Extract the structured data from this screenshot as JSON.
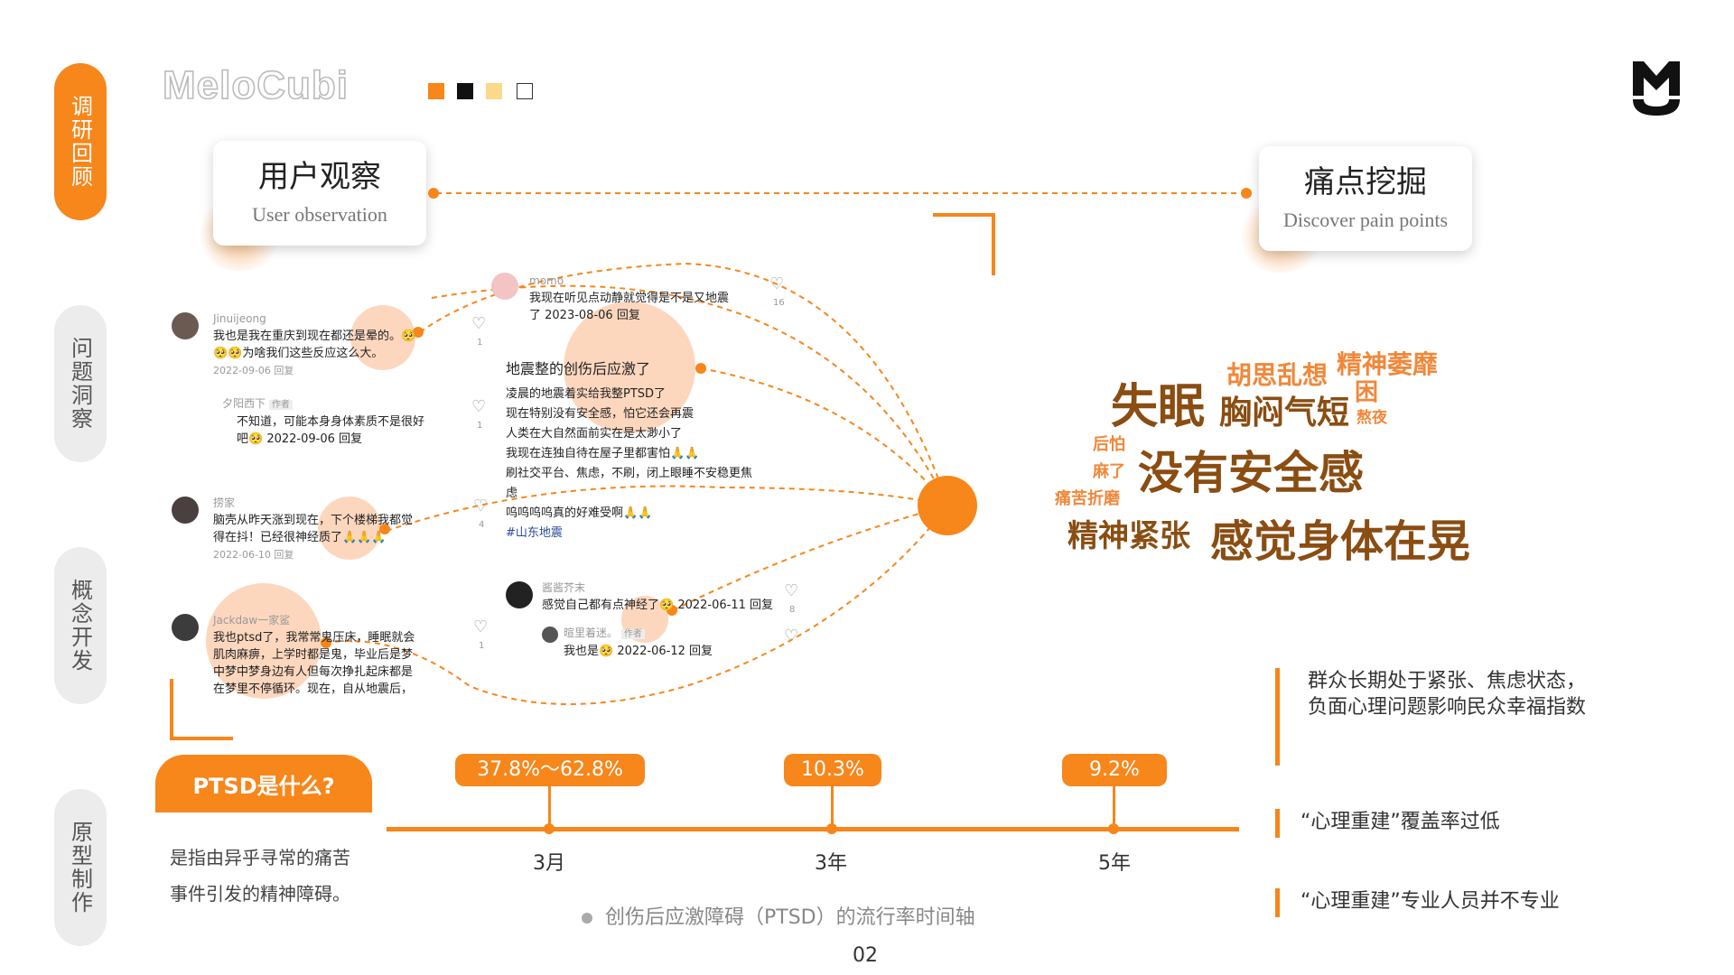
{
  "nav": [
    "调研回顾",
    "问题洞察",
    "概念开发",
    "原型制作"
  ],
  "brand": {
    "logo_text": "MeloCubi",
    "accent": "#f7861b",
    "squares": [
      "#f7861b",
      "#111111",
      "#fbd98a",
      "#ffffff"
    ]
  },
  "cards": {
    "observation": {
      "title": "用户观察",
      "subtitle": "User observation"
    },
    "pain": {
      "title": "痛点挖掘",
      "subtitle": "Discover pain points"
    }
  },
  "comments": {
    "c1": {
      "name": "Jinuijeong",
      "lines": [
        "我也是我在重庆到现在都还是晕的。🥺",
        "🥺🥺为啥我们这些反应这么大。"
      ],
      "meta": "2022-09-06 回复",
      "likes": "1"
    },
    "c1r": {
      "name": "夕阳西下",
      "tag": "作者",
      "lines": [
        "不知道，可能本身身体素质不是很好",
        "吧🥺 2022-09-06 回复"
      ],
      "likes": "1"
    },
    "c2": {
      "name": "momo",
      "lines": [
        "我现在听见点动静就觉得是不是又地震",
        "了 2023-08-06 回复"
      ],
      "likes": "16"
    },
    "post": {
      "title": "地震整的创伤后应激了",
      "lines": [
        "凌晨的地震着实给我整PTSD了",
        "现在特别没有安全感，怕它还会再震",
        "人类在大自然面前实在是太渺小了",
        "我现在连独自待在屋子里都害怕🙏🙏",
        "刷社交平台、焦虑，不刷，闭上眼睡不安稳更焦",
        "虑",
        "呜呜呜呜真的好难受啊🙏🙏"
      ],
      "tag": "#山东地震"
    },
    "c3": {
      "name": "捞家",
      "lines": [
        "脑壳从昨天涨到现在，下个楼梯我都觉",
        "得在抖！已经很神经质了🙏🙏🙏"
      ],
      "meta": "2022-06-10 回复",
      "likes": "4"
    },
    "c4": {
      "name": "酱酱芥末",
      "lines": [
        "感觉自己都有点神经了🥺 2022-06-11 回复"
      ],
      "likes": "8"
    },
    "c4r": {
      "name": "暄里着迷。",
      "tag": "作者",
      "lines": [
        "我也是🥺 2022-06-12 回复"
      ]
    },
    "c5": {
      "name": "Jackdaw一家鲨",
      "lines": [
        "我也ptsd了，我常常鬼压床，睡眠就会",
        "肌肉麻痹，上学时都是鬼，毕业后是梦",
        "中梦中梦身边有人但每次挣扎起床都是",
        "在梦里不停循环。现在，自从地震后，"
      ],
      "likes": "1"
    }
  },
  "word_cloud": [
    "失眠",
    "胡思乱想",
    "精神萎靡",
    "胸闷气短",
    "困",
    "熬夜",
    "后怕",
    "麻了",
    "没有安全感",
    "痛苦折磨",
    "精神紧张",
    "感觉身体在晃"
  ],
  "ptsd": {
    "title": "PTSD是什么?",
    "desc_lines": [
      "是指由异乎寻常的痛苦",
      "事件引发的精神障碍。"
    ]
  },
  "timeline": {
    "points": [
      {
        "value": "37.8%～62.8%",
        "label": "3月"
      },
      {
        "value": "10.3%",
        "label": "3年"
      },
      {
        "value": "9.2%",
        "label": "5年"
      }
    ],
    "caption": "创伤后应激障碍（PTSD）的流行率时间轴"
  },
  "findings": [
    "群众长期处于紧张、焦虑状态，负面心理问题影响民众幸福指数",
    "“心理重建”覆盖率过低",
    "“心理重建”专业人员并不专业"
  ],
  "page_number": "02"
}
